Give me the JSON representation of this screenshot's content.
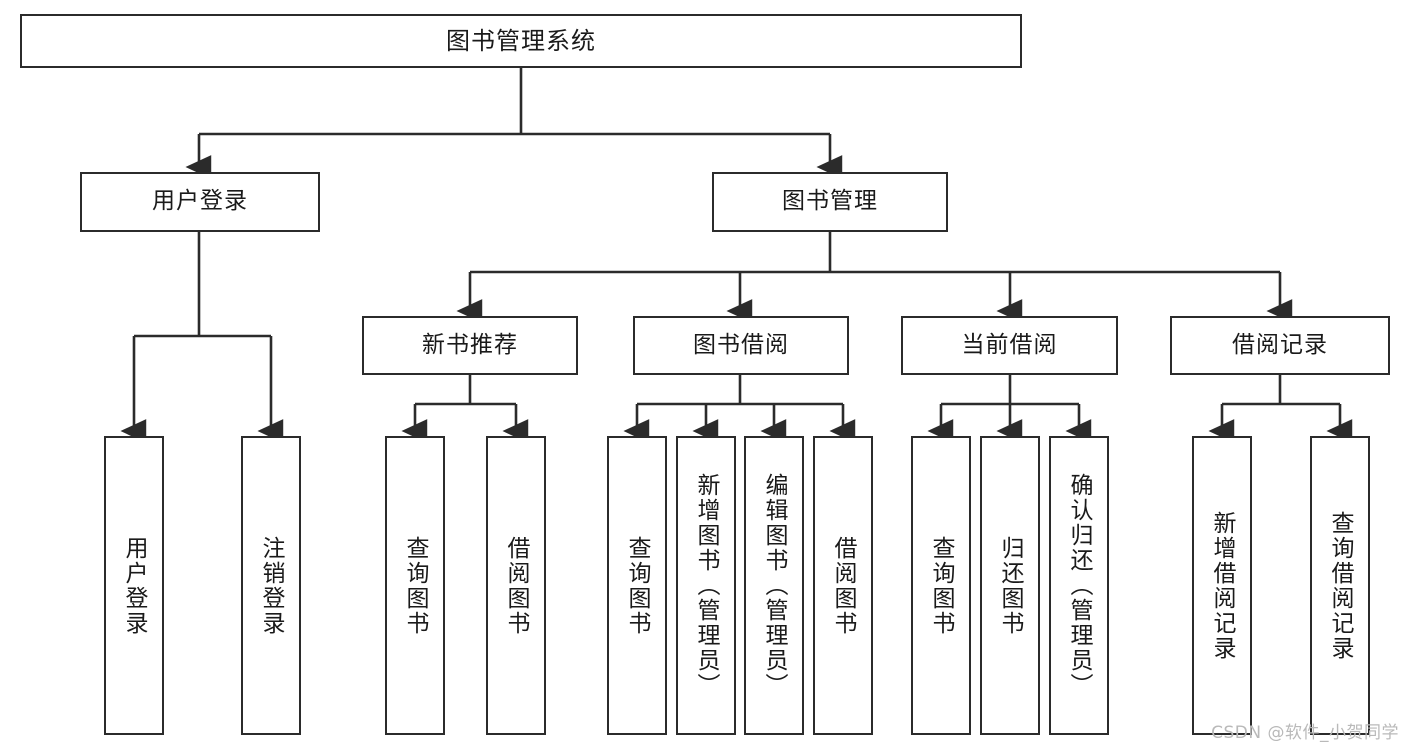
{
  "diagram": {
    "type": "tree-hierarchy",
    "title": "图书管理系统",
    "orientation": "top-down",
    "colors": {
      "stroke": "#2b2b2b",
      "fill": "#ffffff",
      "text": "#1a1a1a",
      "watermark": "#b9b9b9"
    },
    "root": {
      "label": "图书管理系统"
    },
    "level2": [
      {
        "id": "user-login",
        "label": "用户登录"
      },
      {
        "id": "book-management",
        "label": "图书管理"
      }
    ],
    "level3": [
      {
        "id": "new-book-recommend",
        "label": "新书推荐",
        "parent": "book-management"
      },
      {
        "id": "book-borrow",
        "label": "图书借阅",
        "parent": "book-management"
      },
      {
        "id": "current-borrow",
        "label": "当前借阅",
        "parent": "book-management"
      },
      {
        "id": "borrow-record",
        "label": "借阅记录",
        "parent": "book-management"
      }
    ],
    "leaves": {
      "user-login": [
        {
          "id": "leaf-user-login",
          "label": "用户登录"
        },
        {
          "id": "leaf-user-logout",
          "label": "注销登录"
        }
      ],
      "new-book-recommend": [
        {
          "id": "leaf-query-book-1",
          "label": "查询图书"
        },
        {
          "id": "leaf-borrow-book-1",
          "label": "借阅图书"
        }
      ],
      "book-borrow": [
        {
          "id": "leaf-query-book-2",
          "label": "查询图书"
        },
        {
          "id": "leaf-add-book",
          "label": "新增图书（管理员）"
        },
        {
          "id": "leaf-edit-book",
          "label": "编辑图书（管理员）"
        },
        {
          "id": "leaf-borrow-book-2",
          "label": "借阅图书"
        }
      ],
      "current-borrow": [
        {
          "id": "leaf-query-book-3",
          "label": "查询图书"
        },
        {
          "id": "leaf-return-book",
          "label": "归还图书"
        },
        {
          "id": "leaf-confirm-return",
          "label": "确认归还（管理员）"
        }
      ],
      "borrow-record": [
        {
          "id": "leaf-add-record",
          "label": "新增借阅记录"
        },
        {
          "id": "leaf-query-record",
          "label": "查询借阅记录"
        }
      ]
    }
  },
  "watermark": {
    "text": "CSDN @软件_小贺同学"
  }
}
